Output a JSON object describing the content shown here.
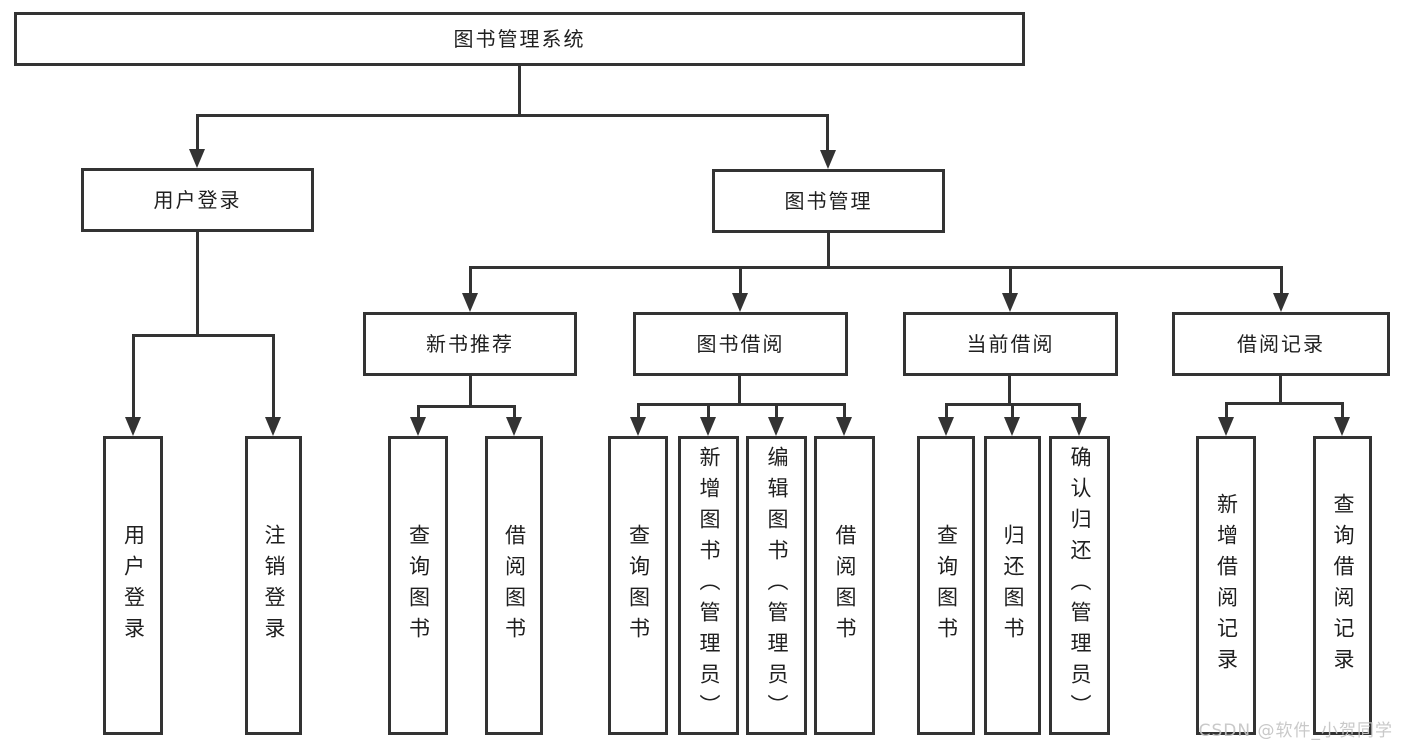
{
  "tree": {
    "label": "图书管理系统",
    "children": [
      {
        "label": "用户登录",
        "children": [
          {
            "label": "用户登录"
          },
          {
            "label": "注销登录"
          }
        ]
      },
      {
        "label": "图书管理",
        "children": [
          {
            "label": "新书推荐",
            "children": [
              {
                "label": "查询图书"
              },
              {
                "label": "借阅图书"
              }
            ]
          },
          {
            "label": "图书借阅",
            "children": [
              {
                "label": "查询图书"
              },
              {
                "label": "新增图书（管理员）"
              },
              {
                "label": "编辑图书（管理员）"
              },
              {
                "label": "借阅图书"
              }
            ]
          },
          {
            "label": "当前借阅",
            "children": [
              {
                "label": "查询图书"
              },
              {
                "label": "归还图书"
              },
              {
                "label": "确认归还（管理员）"
              }
            ]
          },
          {
            "label": "借阅记录",
            "children": [
              {
                "label": "新增借阅记录"
              },
              {
                "label": "查询借阅记录"
              }
            ]
          }
        ]
      }
    ]
  },
  "watermark": {
    "text": "CSDN @软件_小贺同学"
  },
  "colors": {
    "line": "#333333",
    "box_background": "#ffffff",
    "text": "#1f1f1f",
    "watermark": "#c5c5c5"
  }
}
